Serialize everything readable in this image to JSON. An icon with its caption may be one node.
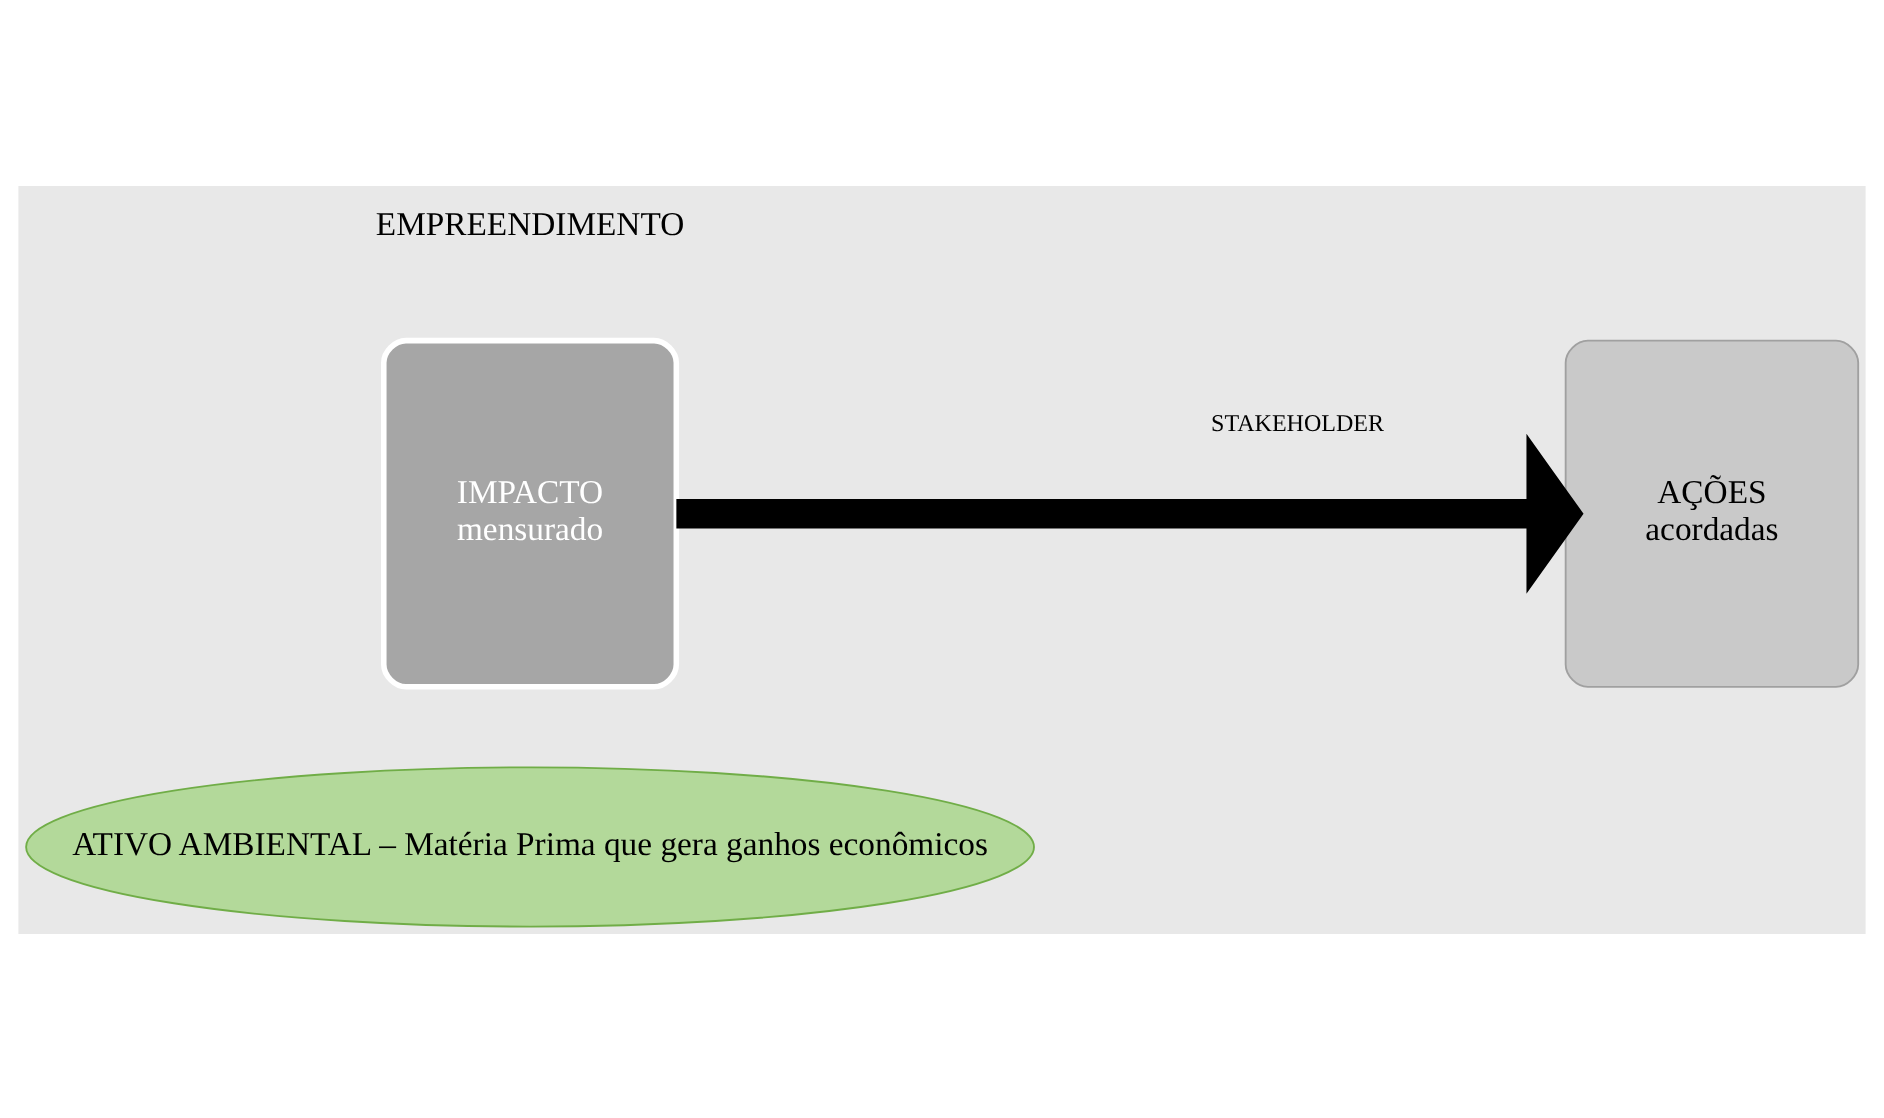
{
  "diagram": {
    "nodes": [
      {
        "text": [
          "ATIVO AMBIENTAL – Matéria Prima que gera ganhos econômicos"
        ]
      },
      {
        "text": [
          "IMPACTO",
          "mensurado"
        ]
      },
      {
        "text": [
          "AÇÕES",
          "acordadas"
        ]
      }
    ],
    "edges": [
      {
        "from": 1,
        "to": 2,
        "arrow": "to",
        "label": "STAKEHOLDER"
      }
    ],
    "labels": [
      "EMPREENDIMENTO"
    ]
  }
}
